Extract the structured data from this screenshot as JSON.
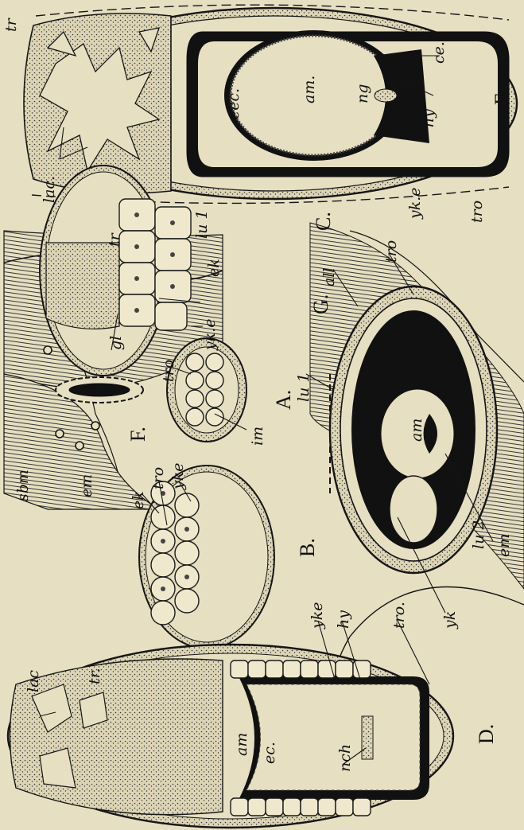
{
  "figures": {
    "A": {
      "title": "A.",
      "labels": [
        "tro",
        "im"
      ]
    },
    "B": {
      "title": "B.",
      "labels": [
        "ek",
        "tro",
        "yke"
      ]
    },
    "C": {
      "title": "C.",
      "labels": [
        "tr",
        "ek",
        "yk.e"
      ]
    },
    "D": {
      "title": "D.",
      "labels": [
        "lac",
        "tr.",
        "yke",
        "hy",
        "tro.",
        "am",
        "ec.",
        "nch"
      ]
    },
    "E": {
      "title": "E.",
      "labels": [
        "tr",
        "lac.",
        "eec.",
        "am.",
        "ng",
        "ce.",
        "hy",
        "yk.e",
        "tro"
      ]
    },
    "F": {
      "title": "F.",
      "labels": [
        "lu 1",
        "gl",
        "sbm",
        "em"
      ]
    },
    "G": {
      "title": "G.",
      "labels": [
        "lu 1",
        "all",
        "tro",
        "am",
        "em",
        "yk",
        "lu 2"
      ]
    }
  },
  "icons": {
    "membrane": "stippled-cell-layer",
    "cavity": "solid-black-cavity",
    "cells": "nucleated-cell"
  },
  "colors": {
    "paper": "#e6dfc2",
    "ink": "#151515"
  }
}
